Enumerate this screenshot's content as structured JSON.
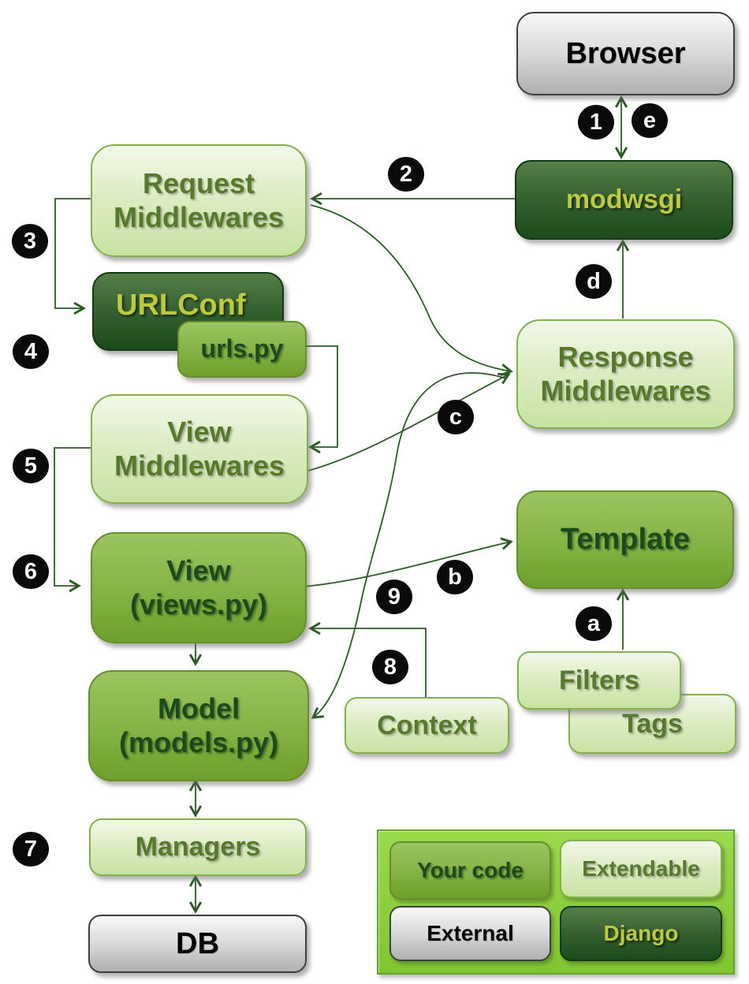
{
  "nodes": {
    "browser": {
      "line1": "Browser"
    },
    "modwsgi": {
      "line1": "modwsgi"
    },
    "request_middlewares": {
      "line1": "Request",
      "line2": "Middlewares"
    },
    "urlconf": {
      "line1": "URLConf"
    },
    "urls_py": {
      "line1": "urls.py"
    },
    "view_middlewares": {
      "line1": "View",
      "line2": "Middlewares"
    },
    "view": {
      "line1": "View",
      "line2": "(views.py)"
    },
    "model": {
      "line1": "Model",
      "line2": "(models.py)"
    },
    "managers": {
      "line1": "Managers"
    },
    "db": {
      "line1": "DB"
    },
    "response_middlewares": {
      "line1": "Response",
      "line2": "Middlewares"
    },
    "template": {
      "line1": "Template"
    },
    "filters": {
      "line1": "Filters"
    },
    "tags": {
      "line1": "Tags"
    },
    "context": {
      "line1": "Context"
    }
  },
  "badges": {
    "n1": "1",
    "n2": "2",
    "n3": "3",
    "n4": "4",
    "n5": "5",
    "n6": "6",
    "n7": "7",
    "n8": "8",
    "n9": "9",
    "a": "a",
    "b": "b",
    "c": "c",
    "d": "d",
    "e": "e"
  },
  "legend": {
    "your_code": "Your code",
    "extendable": "Extendable",
    "external": "External",
    "django": "Django"
  },
  "colors": {
    "light_box_top": "#f2f8ea",
    "light_box_bottom": "#c8e2a2",
    "light_box_border": "#82b04c",
    "light_box_text": "#56792c",
    "medium_box_top": "#9cc562",
    "medium_box_bottom": "#6f9f2c",
    "medium_box_text": "#1c4a1c",
    "dark_box_top": "#547f48",
    "dark_box_bottom": "#1b4a1b",
    "dark_box_text": "#bcca3e",
    "gray_box_top": "#f8f8f8",
    "gray_box_bottom": "#b0b0b0",
    "connector": "#2d5a27",
    "badge_bg": "#0a0a0a",
    "badge_text": "#ffffff",
    "legend_bg": "#8bd03b",
    "legend_border": "#62a32a"
  }
}
